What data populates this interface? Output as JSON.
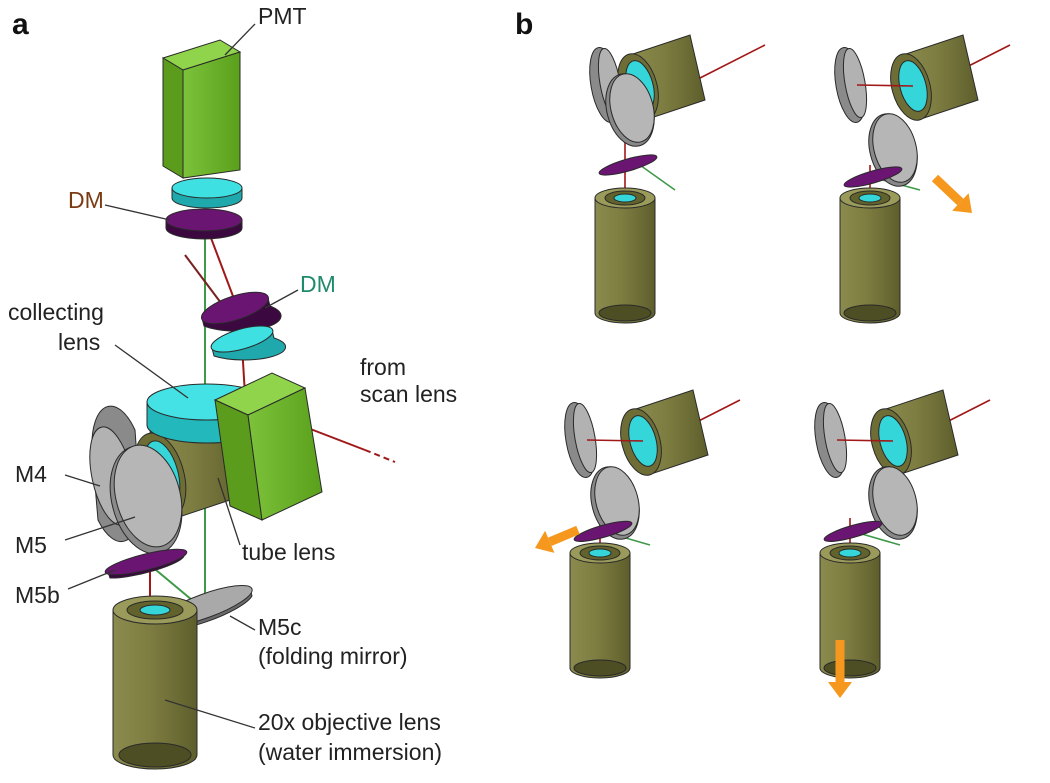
{
  "panels": {
    "a": "a",
    "b": "b"
  },
  "labels": {
    "pmt": "PMT",
    "dm_upper": "DM",
    "dm_lower": "DM",
    "collecting_1": "collecting",
    "collecting_2": "lens",
    "from_1": "from",
    "from_2": "scan lens",
    "m4": "M4",
    "m5": "M5",
    "m5b": "M5b",
    "tube": "tube lens",
    "m5c_1": "M5c",
    "m5c_2": "(folding mirror)",
    "obj_1": "20x objective lens",
    "obj_2": "(water immersion)"
  },
  "colors": {
    "pmt_green": "#5fa81e",
    "lens_cyan": "#34d6d9",
    "dichroic_purple": "#5d0f63",
    "objective_olive": "#7a7a3e",
    "mirror_gray": "#a8a8a8",
    "beam_red": "#a01818",
    "beam_green": "#3f9a48",
    "arrow_orange": "#f5981d",
    "dm_upper_text": "#7a3a12",
    "dm_lower_text": "#1f8a6c"
  }
}
